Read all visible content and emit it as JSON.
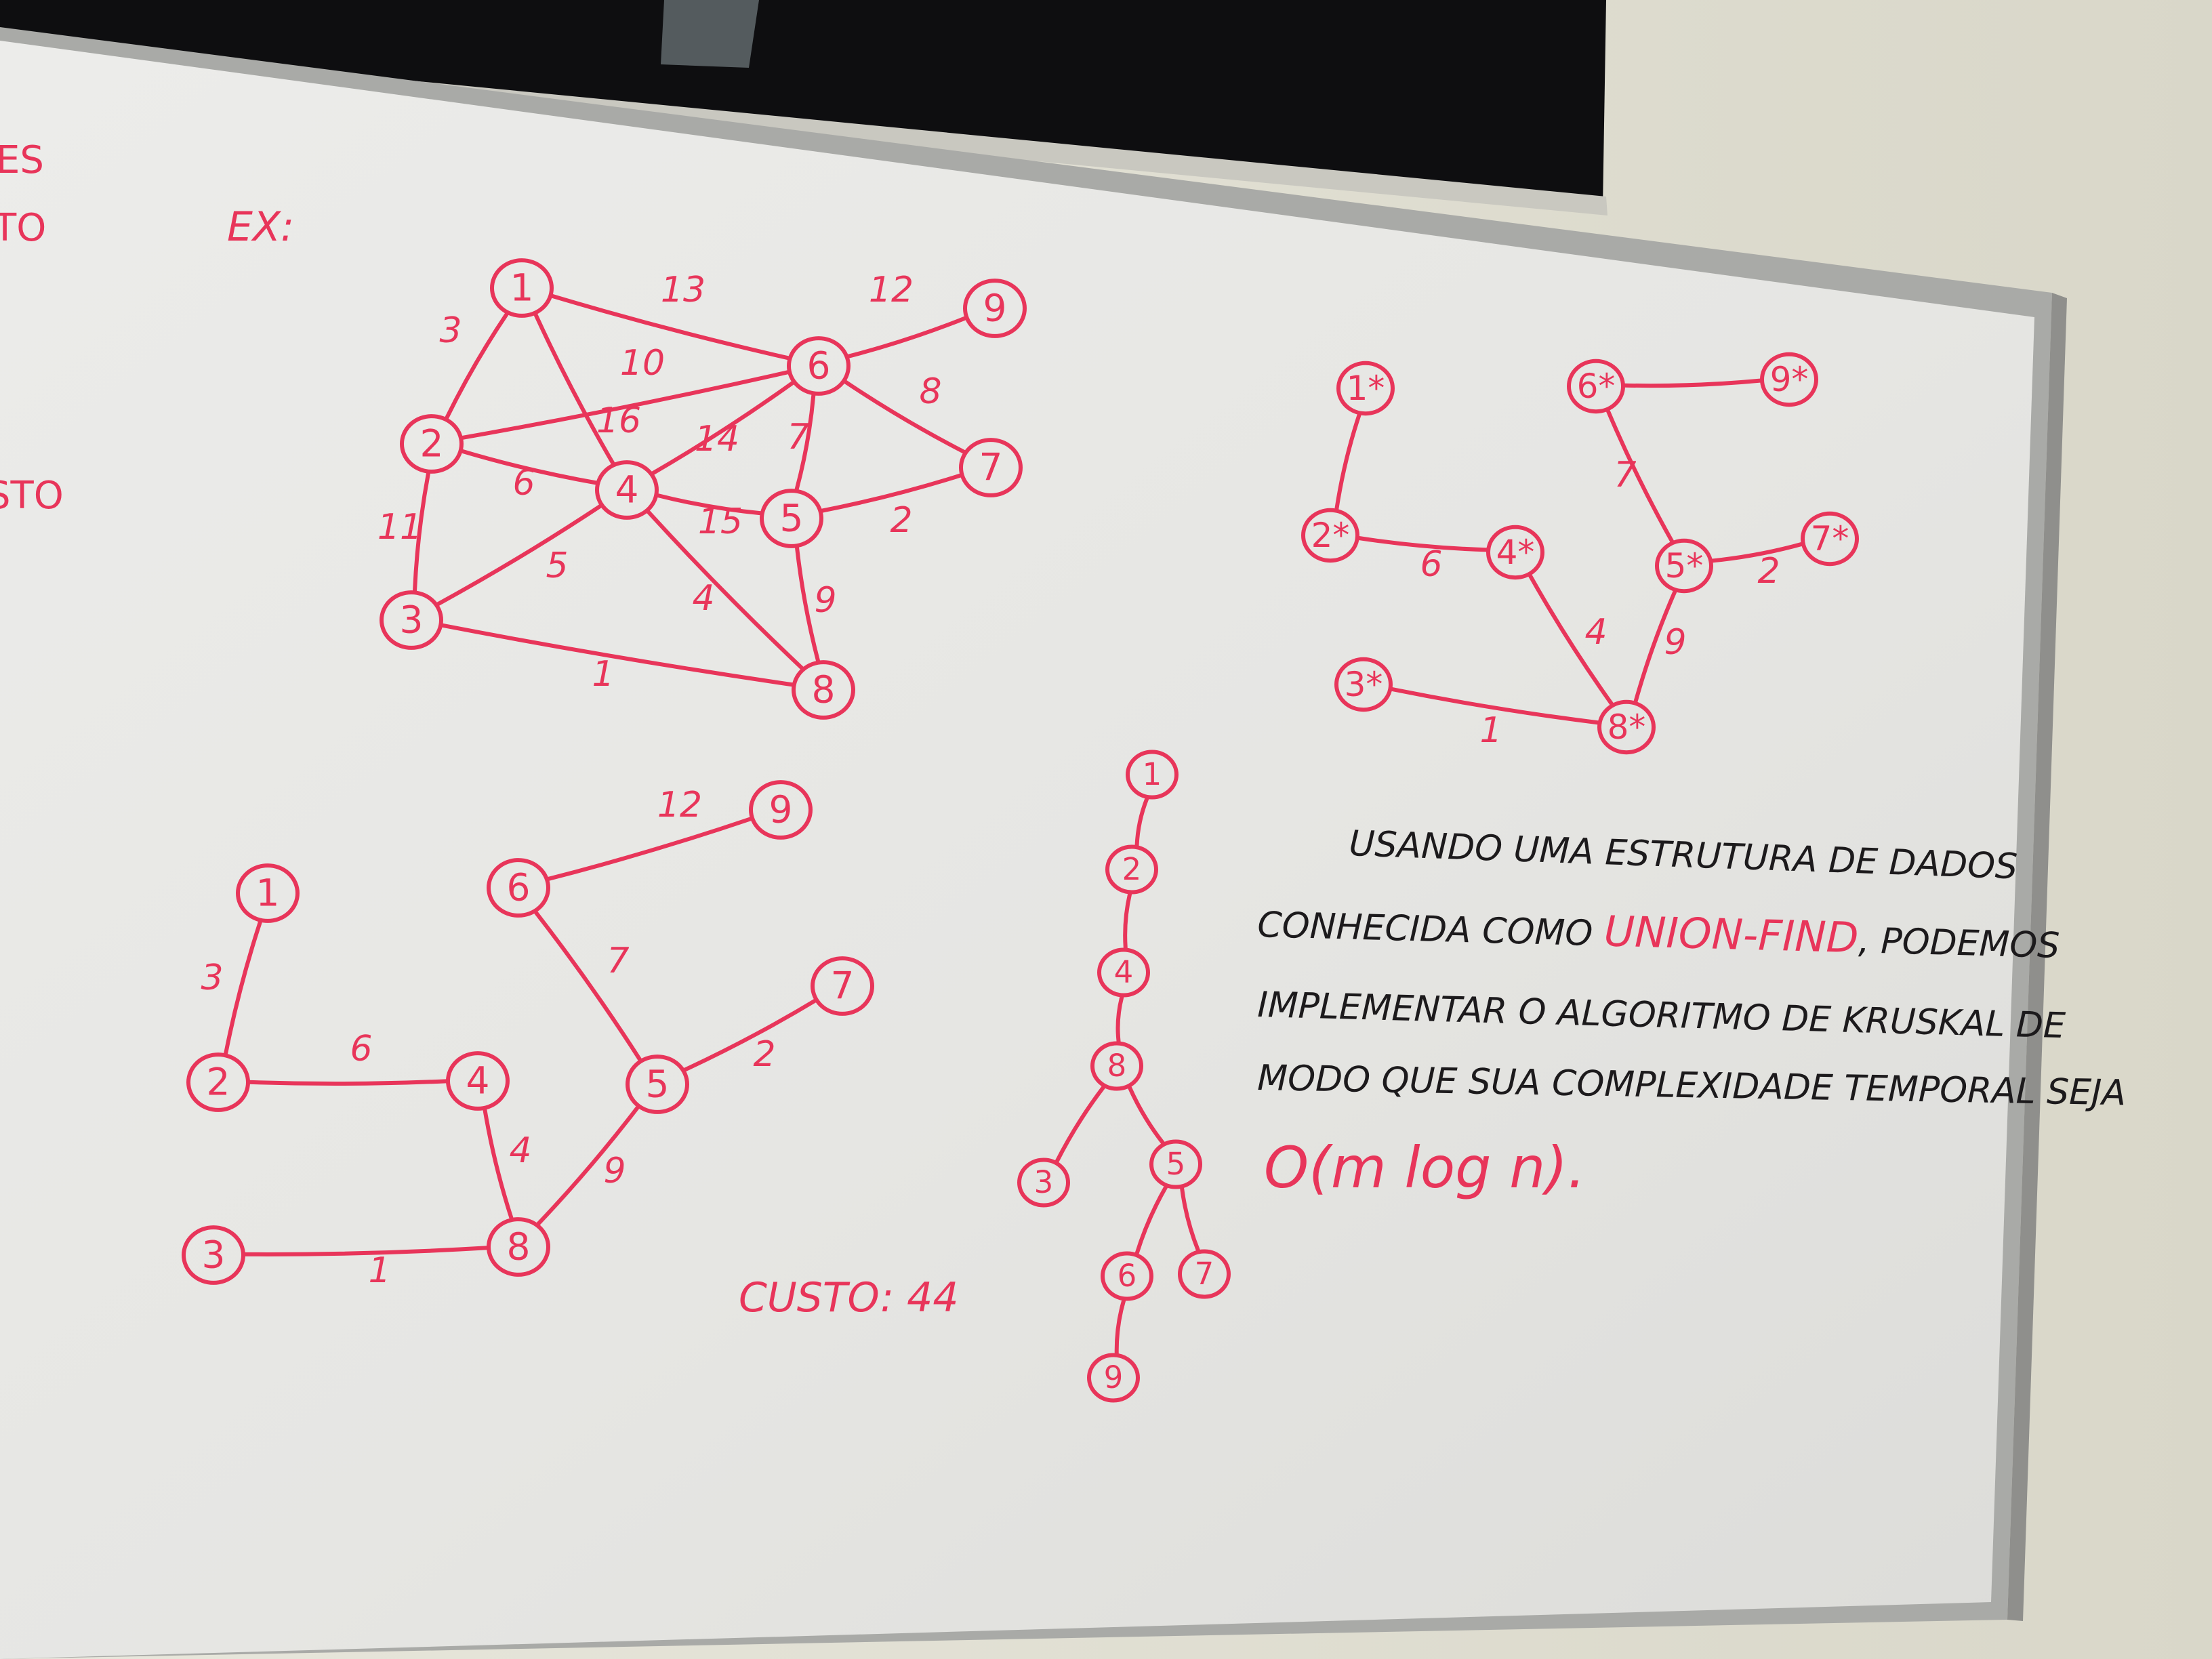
{
  "colors": {
    "marker_red": "#e8355a",
    "marker_black": "#1c1a1c",
    "board": "#e9e9e7",
    "wall": "#e4e2d6",
    "frame": "#a9aaa7",
    "window": "#0e0e10"
  },
  "board": {
    "left_edge_fragments": [
      "ES",
      "TO",
      "STO"
    ],
    "example_label": "EX:"
  },
  "graph_original": {
    "nodes": [
      "1",
      "2",
      "3",
      "4",
      "5",
      "6",
      "7",
      "8",
      "9"
    ],
    "edges": [
      {
        "a": "1",
        "b": "2",
        "w": "3"
      },
      {
        "a": "1",
        "b": "6",
        "w": "13"
      },
      {
        "a": "1",
        "b": "4",
        "w": "16"
      },
      {
        "a": "2",
        "b": "6",
        "w": "10"
      },
      {
        "a": "2",
        "b": "4",
        "w": "6"
      },
      {
        "a": "2",
        "b": "3",
        "w": "11"
      },
      {
        "a": "3",
        "b": "4",
        "w": "5"
      },
      {
        "a": "3",
        "b": "8",
        "w": "1"
      },
      {
        "a": "4",
        "b": "6",
        "w": "14"
      },
      {
        "a": "4",
        "b": "5",
        "w": "15"
      },
      {
        "a": "4",
        "b": "8",
        "w": "4"
      },
      {
        "a": "5",
        "b": "6",
        "w": "7"
      },
      {
        "a": "5",
        "b": "7",
        "w": "2"
      },
      {
        "a": "5",
        "b": "8",
        "w": "9"
      },
      {
        "a": "6",
        "b": "9",
        "w": "12"
      },
      {
        "a": "6",
        "b": "7",
        "w": "8"
      }
    ]
  },
  "graph_marked": {
    "nodes": [
      "1*",
      "2*",
      "3*",
      "4*",
      "5*",
      "6*",
      "7*",
      "8*",
      "9*"
    ],
    "edges": [
      {
        "a": "1*",
        "b": "2*",
        "w": ""
      },
      {
        "a": "2*",
        "b": "4*",
        "w": "6"
      },
      {
        "a": "4*",
        "b": "8*",
        "w": "4"
      },
      {
        "a": "3*",
        "b": "8*",
        "w": "1"
      },
      {
        "a": "5*",
        "b": "8*",
        "w": "9"
      },
      {
        "a": "5*",
        "b": "7*",
        "w": "2"
      },
      {
        "a": "6*",
        "b": "5*",
        "w": "7"
      },
      {
        "a": "6*",
        "b": "9*",
        "w": ""
      }
    ]
  },
  "mst": {
    "nodes": [
      "1",
      "2",
      "3",
      "4",
      "5",
      "6",
      "7",
      "8",
      "9"
    ],
    "edges": [
      {
        "a": "1",
        "b": "2",
        "w": "3"
      },
      {
        "a": "2",
        "b": "4",
        "w": "6"
      },
      {
        "a": "4",
        "b": "8",
        "w": "4"
      },
      {
        "a": "3",
        "b": "8",
        "w": "1"
      },
      {
        "a": "8",
        "b": "5",
        "w": "9"
      },
      {
        "a": "5",
        "b": "7",
        "w": "2"
      },
      {
        "a": "5",
        "b": "6",
        "w": "7"
      },
      {
        "a": "6",
        "b": "9",
        "w": "12"
      }
    ],
    "cost_label": "CUSTO: 44"
  },
  "union_find_tree": {
    "nodes": [
      "1",
      "2",
      "4",
      "8",
      "3",
      "5",
      "6",
      "7",
      "9"
    ],
    "edges": [
      {
        "a": "1",
        "b": "2"
      },
      {
        "a": "2",
        "b": "4"
      },
      {
        "a": "4",
        "b": "8"
      },
      {
        "a": "8",
        "b": "3"
      },
      {
        "a": "8",
        "b": "5"
      },
      {
        "a": "5",
        "b": "6"
      },
      {
        "a": "5",
        "b": "7"
      },
      {
        "a": "6",
        "b": "9"
      }
    ]
  },
  "note": {
    "l1": "USANDO UMA ESTRUTURA DE DADOS",
    "l2a": "CONHECIDA COMO ",
    "l2b": "UNION-FIND",
    "l2c": ", PODEMOS",
    "l3": "IMPLEMENTAR O ALGORITMO DE KRUSKAL DE",
    "l4": "MODO QUE SUA COMPLEXIDADE TEMPORAL SEJA",
    "l5": "O(m log n)."
  }
}
